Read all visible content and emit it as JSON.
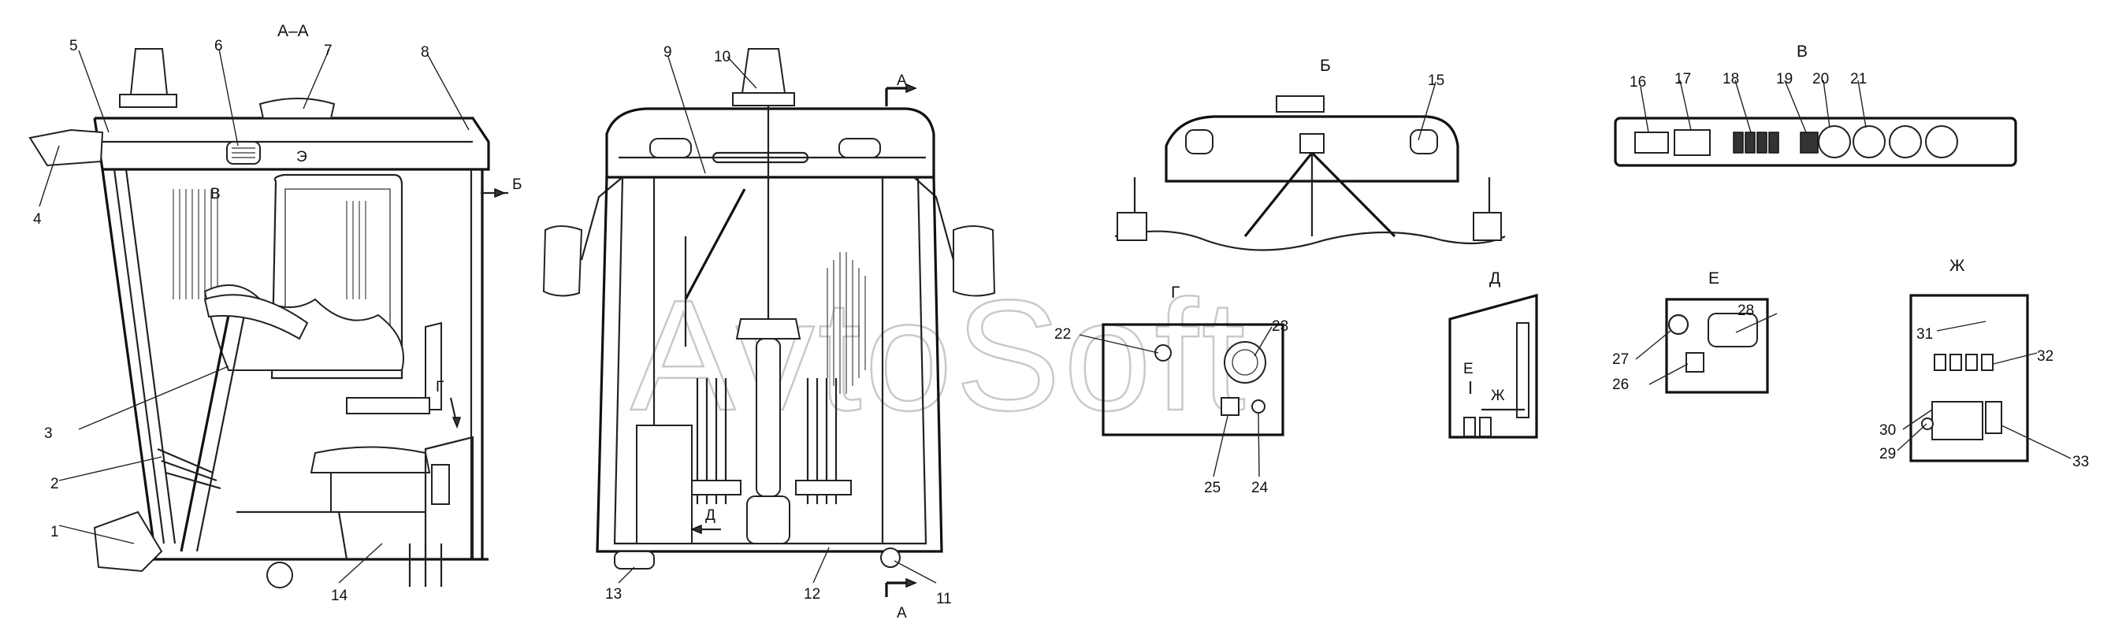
{
  "watermark": "AvtoSoft",
  "views": {
    "section_aa": "А–А",
    "view_b": "Б",
    "view_v": "В",
    "view_g": "Г",
    "view_d": "Д",
    "view_e": "Е",
    "view_zh": "Ж"
  },
  "markers": {
    "z": "Э",
    "v_left": "В",
    "b_arrow": "Б",
    "g_arrow": "Г",
    "d_arrow": "Д",
    "a_top": "А",
    "a_bottom": "А",
    "e_in_d": "Е",
    "zh_in_d": "Ж"
  },
  "callouts": [
    "1",
    "2",
    "3",
    "4",
    "5",
    "6",
    "7",
    "8",
    "9",
    "10",
    "11",
    "12",
    "13",
    "14",
    "15",
    "16",
    "17",
    "18",
    "19",
    "20",
    "21",
    "22",
    "23",
    "24",
    "25",
    "26",
    "27",
    "28",
    "29",
    "30",
    "31",
    "32",
    "33"
  ]
}
